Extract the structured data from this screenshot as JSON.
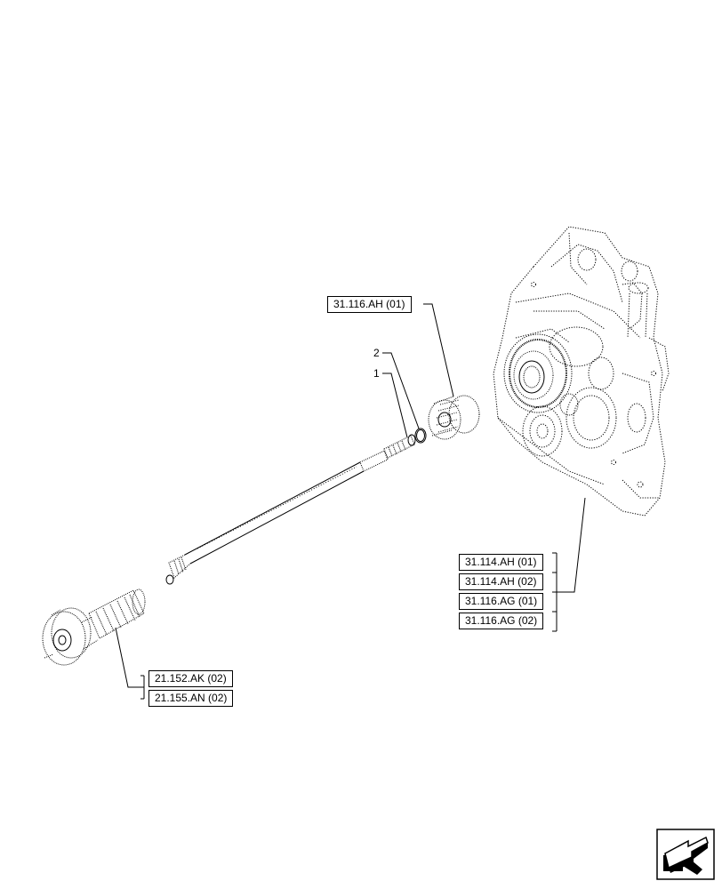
{
  "callouts": {
    "item1": "1",
    "item2": "2"
  },
  "references": {
    "gear_ref": "31.116.AH (01)",
    "housing_refs": [
      "31.114.AH (01)",
      "31.114.AH (02)",
      "31.116.AG (01)",
      "31.116.AG (02)"
    ],
    "shaft_refs": [
      "21.152.AK (02)",
      "21.155.AN (02)"
    ]
  },
  "icons": {
    "navigation": "next-page-arrow-icon"
  },
  "colors": {
    "line": "#000000",
    "background": "#ffffff"
  }
}
